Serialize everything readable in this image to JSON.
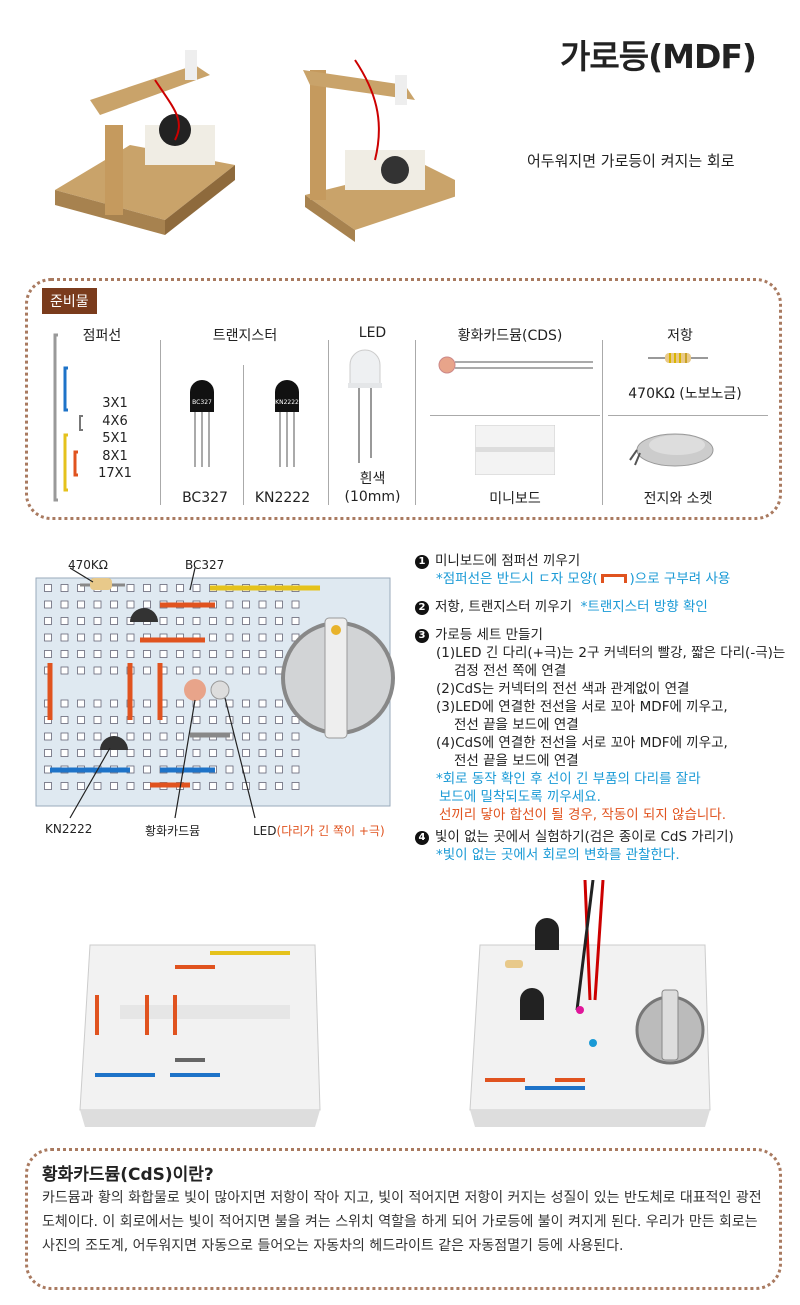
{
  "header": {
    "title": "가로등(MDF)",
    "subtitle": "어두워지면 가로등이 켜지는 회로"
  },
  "materials": {
    "label": "준비물",
    "jumper": {
      "title": "점퍼선",
      "sizes": [
        "3X1",
        "4X6",
        "5X1",
        "8X1",
        "17X1"
      ]
    },
    "transistor": {
      "title": "트랜지스터",
      "items": [
        "BC327",
        "KN2222"
      ]
    },
    "led": {
      "title": "LED",
      "color": "흰색",
      "size": "(10mm)"
    },
    "cds": {
      "title": "황화카드뮴(CDS)"
    },
    "resistor": {
      "title": "저항",
      "value": "470KΩ  (노보노금)"
    },
    "board": {
      "title": "미니보드"
    },
    "battery": {
      "title": "전지와  소켓"
    }
  },
  "diagram": {
    "labels": {
      "resistor": "470KΩ",
      "bc327": "BC327",
      "kn2222": "KN2222",
      "cds": "황화카드뮴",
      "led": "LED",
      "led_note": "(다리가 긴 쪽이 +극)"
    }
  },
  "steps": [
    {
      "num": "1",
      "title": "미니보드에 점퍼선 끼우기",
      "note_pre": "*점퍼선은 반드시 ㄷ자 모양(",
      "note_post": ")으로 구부려 사용"
    },
    {
      "num": "2",
      "title": "저항, 트랜지스터 끼우기",
      "note": "*트랜지스터 방향 확인"
    },
    {
      "num": "3",
      "title": "가로등 세트 만들기",
      "lines": [
        "(1)LED 긴 다리(+극)는 2구 커넥터의 빨강, 짧은 다리(-극)는",
        "검정 전선 쪽에 연결",
        "(2)CdS는 커넥터의 전선 색과 관계없이 연결",
        "(3)LED에 연결한 전선을 서로 꼬아 MDF에 끼우고,",
        "전선 끝을 보드에 연결",
        "(4)CdS에 연결한 전선을 서로 꼬아 MDF에 끼우고,",
        "전선 끝을 보드에 연결"
      ],
      "note1": "*회로 동작 확인 후 선이 긴 부품의 다리를 잘라",
      "note2": "보드에 밀착되도록 끼우세요.",
      "warning": "선끼리 닿아 합선이 될 경우, 작동이 되지 않습니다."
    },
    {
      "num": "4",
      "title": "빛이 없는 곳에서 실험하기(검은 종이로 CdS 가리기)",
      "note": "*빛이 없는 곳에서 회로의 변화를 관찰한다."
    }
  ],
  "cds_info": {
    "title": "황화카드뮴(CdS)이란?",
    "body": "카드뮴과 황의 화합물로 빛이 많아지면 저항이 작아 지고, 빛이 적어지면 저항이 커지는 성질이 있는 반도체로 대표적인 광전도체이다. 이 회로에서는 빛이 적어지면 불을 켜는 스위치 역할을 하게 되어 가로등에 불이 켜지게 된다. 우리가 만든 회로는 사진의 조도계, 어두워지면 자동으로 들어오는 자동차의 헤드라이트 같은 자동점멸기 등에 사용된다."
  },
  "colors": {
    "brown": "#7a3b1c",
    "blue": "#1a9ad6",
    "orange": "#e0531f"
  }
}
